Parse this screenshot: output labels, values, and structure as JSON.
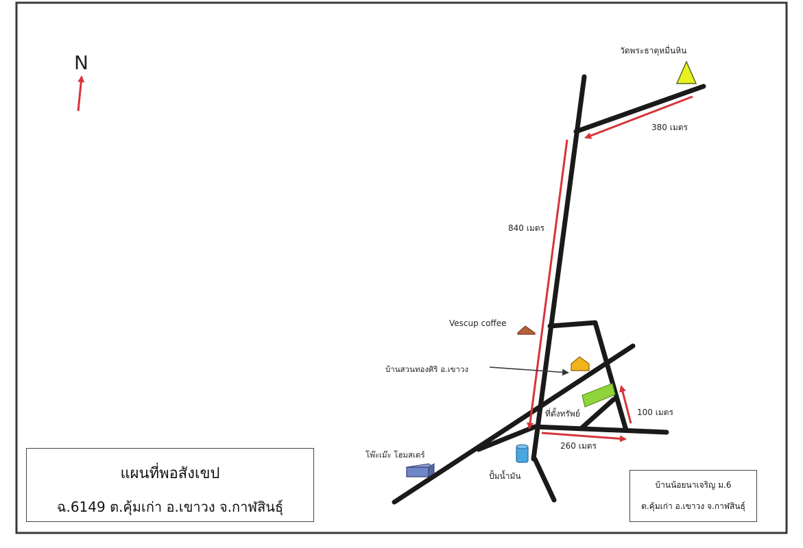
{
  "compass": {
    "label": "N"
  },
  "landmarks": {
    "temple": "วัดพระธาตุหมื่นหิน",
    "cafe": "Vescup coffee",
    "resort": "บ้านสวนทองศิริ อ.เขาวง",
    "store": "โพ๊ะเม๊ะ โฮมสเตร์",
    "gas_station": "ปั้มน้ำมัน",
    "property": "ที่ตั้งทรัพย์"
  },
  "distances": {
    "d380": "380 เมตร",
    "d840": "840 เมตร",
    "d100": "100 เมตร",
    "d260": "260 เมตร"
  },
  "title_box": {
    "line1": "แผนที่พอสังเขป",
    "line2": "ฉ.6149  ต.คุ้มเก่า  อ.เขาวง  จ.กาฬสินธุ์"
  },
  "location_box": {
    "line1": "บ้านน้อยนาเจริญ ม.6",
    "line2": "ต.คุ้มเก่า อ.เขาวง จ.กาฬสินธุ์"
  },
  "colors": {
    "road": "#1a1a1a",
    "arrow": "#d6333a",
    "temple_fill": "#e8f020",
    "cafe_fill": "#b5603a",
    "resort_fill": "#f2b31c",
    "store_fill": "#6f86c8",
    "gas_fill": "#4aa6de",
    "property_fill": "#8fd43a"
  }
}
